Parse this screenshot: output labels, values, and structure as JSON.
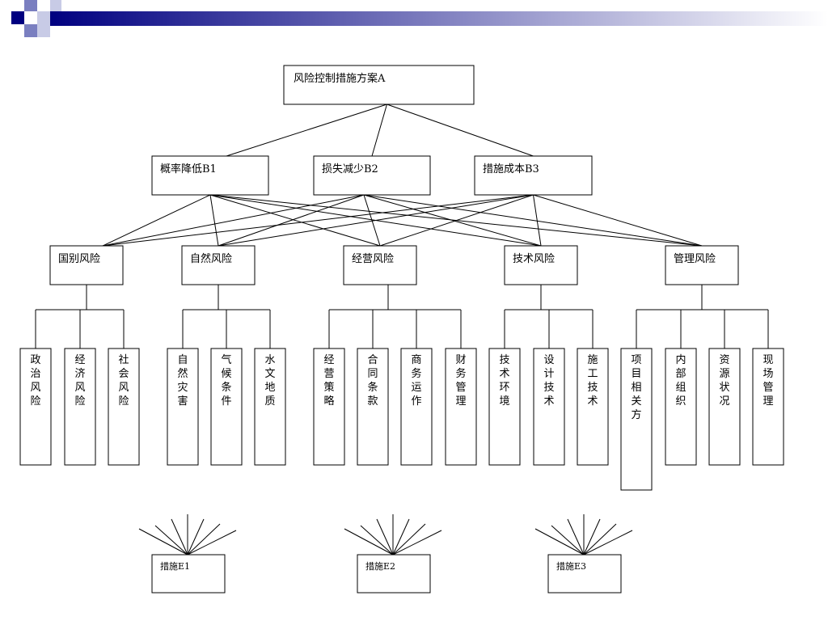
{
  "header_bar": {
    "gradient_from": "#000080",
    "gradient_to": "#ffffff",
    "square_colors": [
      "#000080",
      "#7a7fc0",
      "#c8cbe6",
      "#ffffff"
    ]
  },
  "root": {
    "label": "风险控制措施方案A"
  },
  "level_b": [
    {
      "label": "概率降低B1"
    },
    {
      "label": "损失减少B2"
    },
    {
      "label": "措施成本B3"
    }
  ],
  "level_c": [
    {
      "label": "国别风险",
      "children": [
        "政治风险",
        "经济风险",
        "社会风险"
      ]
    },
    {
      "label": "自然风险",
      "children": [
        "自然灾害",
        "气候条件",
        "水文地质"
      ]
    },
    {
      "label": "经营风险",
      "children": [
        "经营策略",
        "合同条款",
        "商务运作",
        "财务管理"
      ]
    },
    {
      "label": "技术风险",
      "children": [
        "技术环境",
        "设计技术",
        "施工技术"
      ]
    },
    {
      "label": "管理风险",
      "children": [
        "项目相关方",
        "内部组织",
        "资源状况",
        "现场管理"
      ]
    }
  ],
  "level_e": [
    {
      "label": "措施E1"
    },
    {
      "label": "措施E2"
    },
    {
      "label": "措施E3"
    }
  ]
}
